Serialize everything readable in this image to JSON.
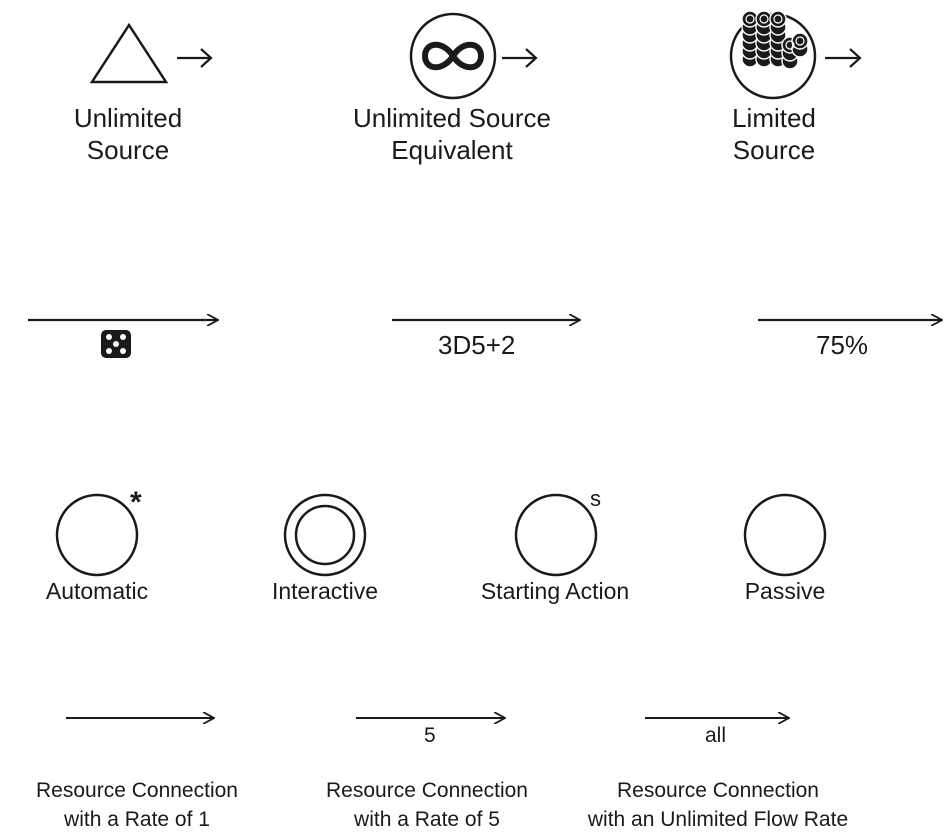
{
  "row1": {
    "unlimited_source": {
      "line1": "Unlimited",
      "line2": "Source",
      "icon": "triangle-icon"
    },
    "unlimited_equivalent": {
      "line1": "Unlimited Source",
      "line2": "Equivalent",
      "icon": "infinity-icon"
    },
    "limited_source": {
      "line1": "Limited",
      "line2": "Source",
      "icon": "resource-stack-icon"
    }
  },
  "row2": {
    "dice_arrow": {
      "icon": "dice-icon"
    },
    "dice_roll_arrow": {
      "value": "3D5+2"
    },
    "percent_arrow": {
      "value": "75%"
    }
  },
  "row3": {
    "automatic": {
      "label": "Automatic",
      "marker": "*"
    },
    "interactive": {
      "label": "Interactive"
    },
    "starting_action": {
      "label": "Starting Action",
      "marker": "s"
    },
    "passive": {
      "label": "Passive"
    }
  },
  "row4": {
    "rate1": {
      "line1": "Resource Connection",
      "line2": "with a Rate of 1"
    },
    "rate5": {
      "value": "5",
      "line1": "Resource Connection",
      "line2": "with a Rate of 5"
    },
    "unlimited": {
      "value": "all",
      "line1": "Resource Connection",
      "line2": "with an Unlimited Flow Rate"
    }
  },
  "colors": {
    "stroke": "#1a1a1a",
    "background": "#ffffff"
  }
}
